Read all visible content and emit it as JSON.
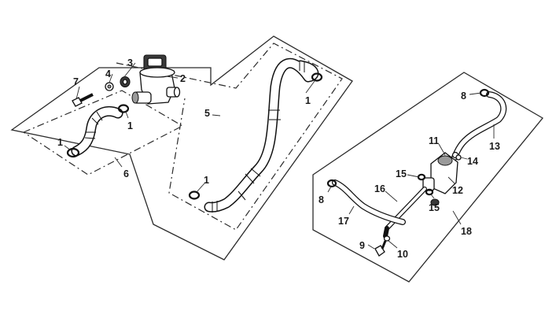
{
  "callouts": [
    {
      "id": "c1a",
      "text": "1"
    },
    {
      "id": "c1b",
      "text": "1"
    },
    {
      "id": "c1c",
      "text": "1"
    },
    {
      "id": "c1d",
      "text": "1"
    },
    {
      "id": "c2",
      "text": "2"
    },
    {
      "id": "c3",
      "text": "3"
    },
    {
      "id": "c4",
      "text": "4"
    },
    {
      "id": "c5",
      "text": "5"
    },
    {
      "id": "c6",
      "text": "6"
    },
    {
      "id": "c7",
      "text": "7"
    },
    {
      "id": "c8a",
      "text": "8"
    },
    {
      "id": "c8b",
      "text": "8"
    },
    {
      "id": "c9",
      "text": "9"
    },
    {
      "id": "c10",
      "text": "10"
    },
    {
      "id": "c11",
      "text": "11"
    },
    {
      "id": "c12",
      "text": "12"
    },
    {
      "id": "c13",
      "text": "13"
    },
    {
      "id": "c14",
      "text": "14"
    },
    {
      "id": "c15a",
      "text": "15"
    },
    {
      "id": "c15b",
      "text": "15"
    },
    {
      "id": "c16",
      "text": "16"
    },
    {
      "id": "c17",
      "text": "17"
    },
    {
      "id": "c18",
      "text": "18"
    }
  ]
}
